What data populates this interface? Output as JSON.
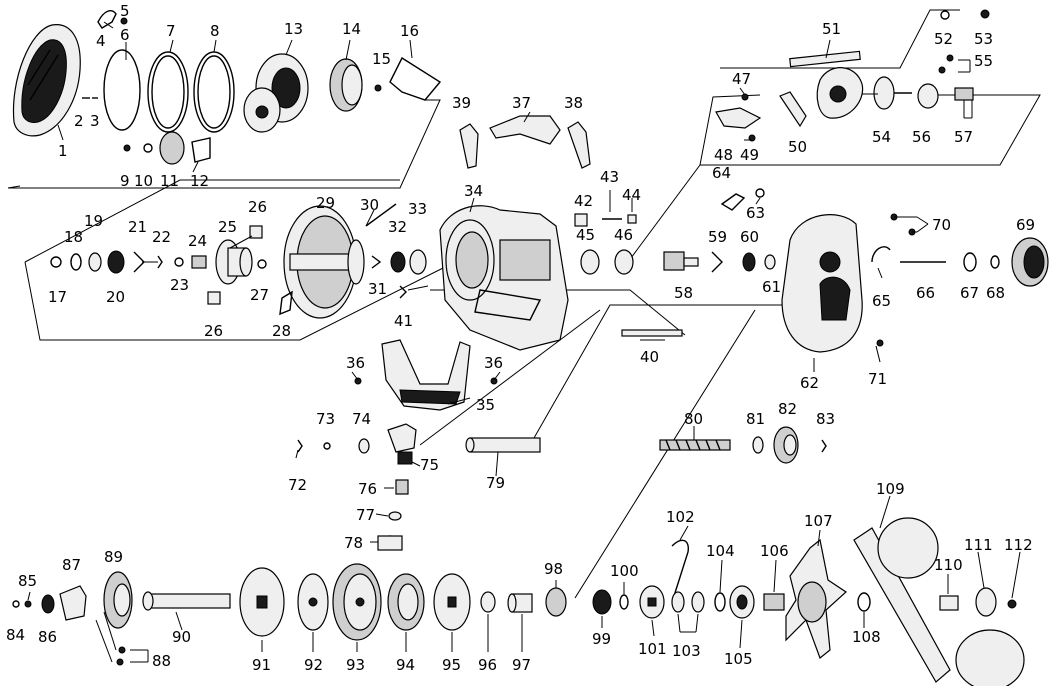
{
  "diagram": {
    "labels": [
      "1",
      "2",
      "3",
      "4",
      "5",
      "6",
      "7",
      "8",
      "9",
      "10",
      "11",
      "12",
      "13",
      "14",
      "15",
      "16",
      "17",
      "18",
      "19",
      "20",
      "21",
      "22",
      "23",
      "24",
      "25",
      "26",
      "26",
      "27",
      "28",
      "29",
      "30",
      "31",
      "32",
      "33",
      "34",
      "35",
      "36",
      "36",
      "37",
      "38",
      "39",
      "40",
      "41",
      "42",
      "43",
      "44",
      "45",
      "46",
      "47",
      "48",
      "49",
      "50",
      "51",
      "52",
      "53",
      "54",
      "55",
      "56",
      "57",
      "58",
      "59",
      "60",
      "61",
      "62",
      "63",
      "64",
      "65",
      "66",
      "67",
      "68",
      "69",
      "70",
      "71",
      "72",
      "73",
      "74",
      "75",
      "76",
      "77",
      "78",
      "79",
      "80",
      "81",
      "82",
      "83",
      "84",
      "85",
      "86",
      "87",
      "88",
      "89",
      "90",
      "91",
      "92",
      "93",
      "94",
      "95",
      "96",
      "97",
      "98",
      "99",
      "100",
      "101",
      "102",
      "103",
      "104",
      "105",
      "106",
      "107",
      "108",
      "109",
      "110",
      "111",
      "112"
    ]
  }
}
